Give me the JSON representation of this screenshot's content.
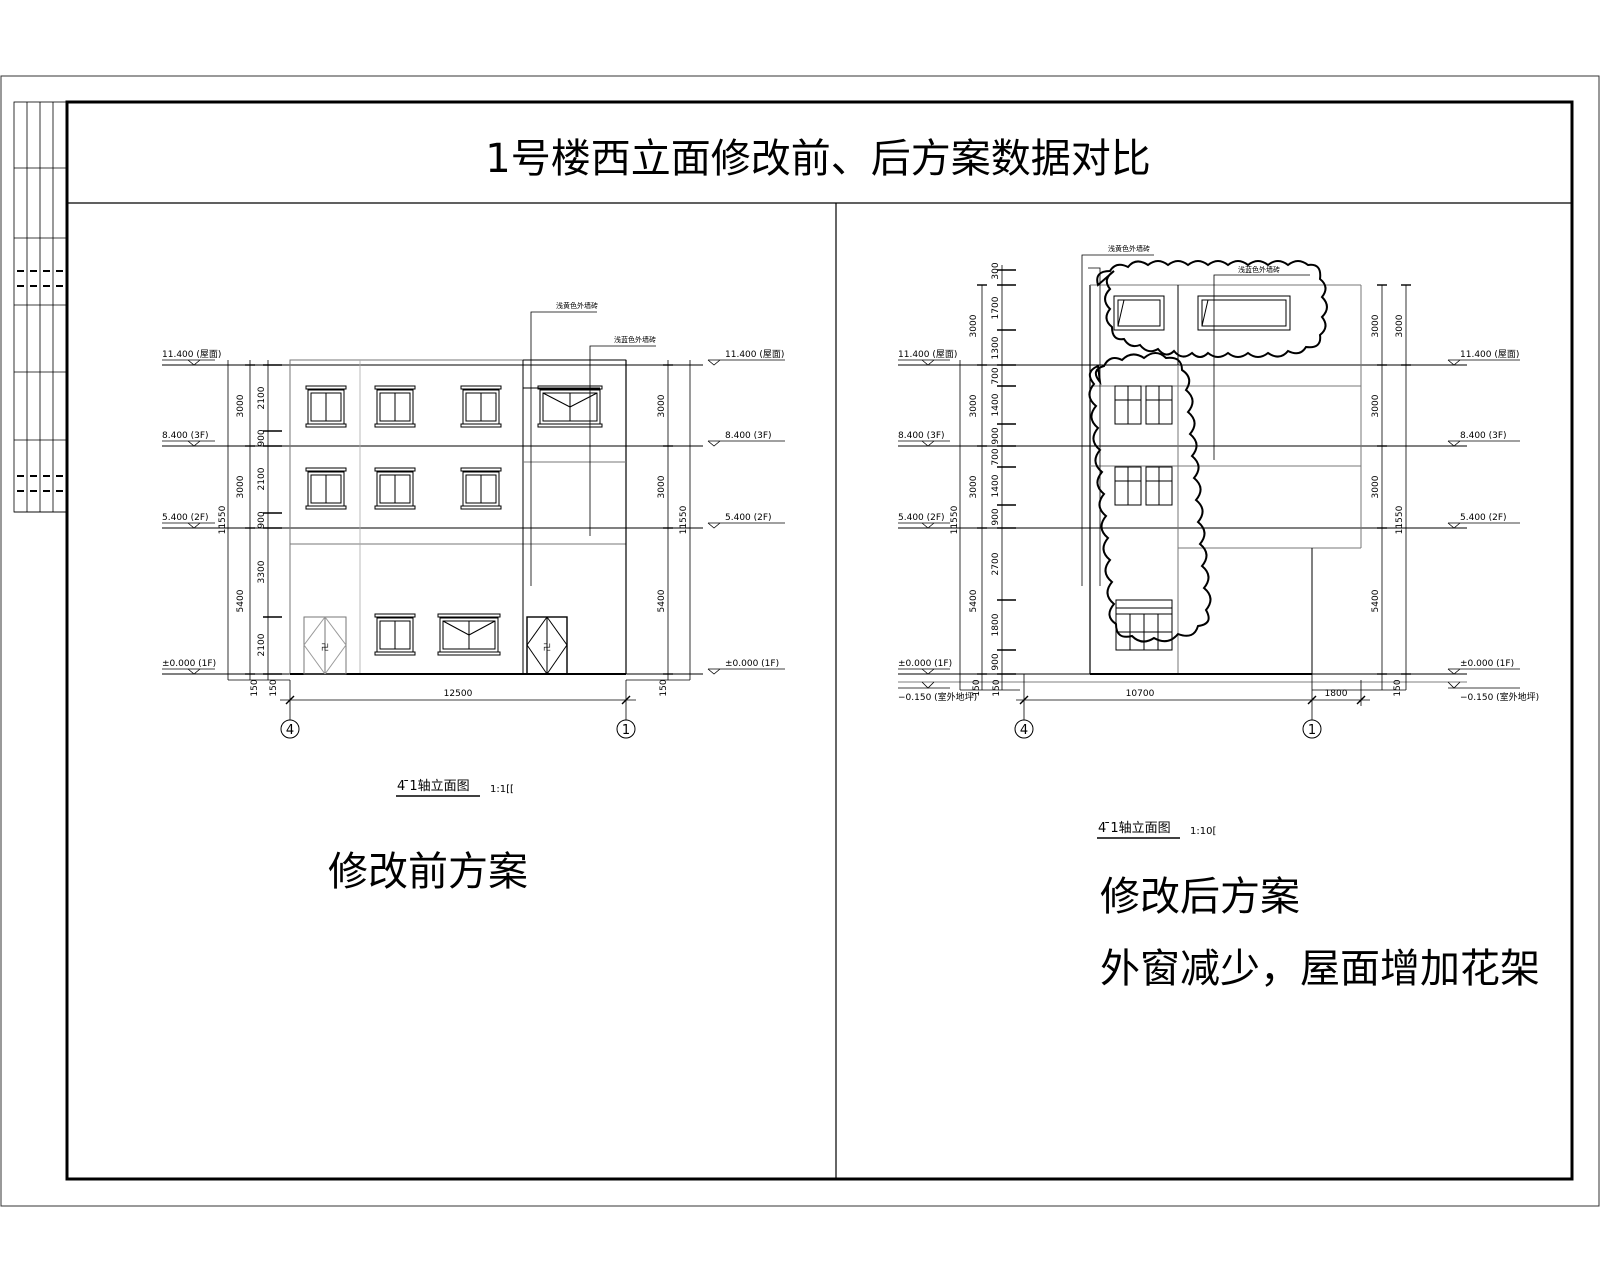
{
  "sheet": {
    "title": "1号楼西立面修改前、后方案数据对比"
  },
  "before": {
    "caption": "修改前方案",
    "drawing_title": "4 ̄1轴立面图",
    "scale": "1:1[[",
    "levels": [
      {
        "label": "11.400 (屋面)"
      },
      {
        "label": "8.400 (3F)"
      },
      {
        "label": "5.400 (2F)"
      },
      {
        "label": "±0.000 (1F)"
      }
    ],
    "dims_left_inner": [
      "2100",
      "900",
      "2100",
      "900",
      "3300",
      "2100"
    ],
    "dims_left_mid": [
      "3000",
      "3000",
      "5400"
    ],
    "dims_left_outer": [
      "11550"
    ],
    "dims_right_mid": [
      "3000",
      "3000",
      "5400"
    ],
    "dims_right_outer": [
      "11550"
    ],
    "dim_base_left": [
      "150",
      "150"
    ],
    "dim_base_right": [
      "150"
    ],
    "dim_horizontal": "12500",
    "axis_left": "4",
    "axis_right": "1",
    "note_1": "浅黄色外墙砖",
    "note_2": "浅蓝色外墙砖",
    "door_mark": "卍"
  },
  "after": {
    "caption_1": "修改后方案",
    "caption_2": "外窗减少，屋面增加花架",
    "drawing_title": "4 ̄1轴立面图",
    "scale": "1:10[",
    "levels": [
      {
        "label": "11.400 (屋面)"
      },
      {
        "label": "8.400 (3F)"
      },
      {
        "label": "5.400 (2F)"
      },
      {
        "label": "±0.000 (1F)"
      },
      {
        "label": "−0.150 (室外地坪)"
      }
    ],
    "dims_left_inner": [
      "300",
      "1700",
      "1300",
      "700",
      "1400",
      "900",
      "700",
      "1400",
      "900",
      "2700",
      "1800",
      "900"
    ],
    "dims_left_mid": [
      "3000",
      "3000",
      "3000",
      "5400"
    ],
    "dims_left_outer": [
      "11550"
    ],
    "dims_right_inner": [
      "3000",
      "3000",
      "3000",
      "5400"
    ],
    "dims_right_outer": [
      "3000",
      "11550"
    ],
    "dim_base_left": [
      "150",
      "150"
    ],
    "dim_base_right": [
      "150"
    ],
    "dim_horizontal_1": "10700",
    "dim_horizontal_2": "1800",
    "axis_left": "4",
    "axis_right": "1",
    "note_1": "浅黄色外墙砖",
    "note_2": "浅蓝色外墙砖"
  },
  "colors": {
    "line": "#000000",
    "thin": "#444444",
    "faint": "#9a9a9a"
  }
}
